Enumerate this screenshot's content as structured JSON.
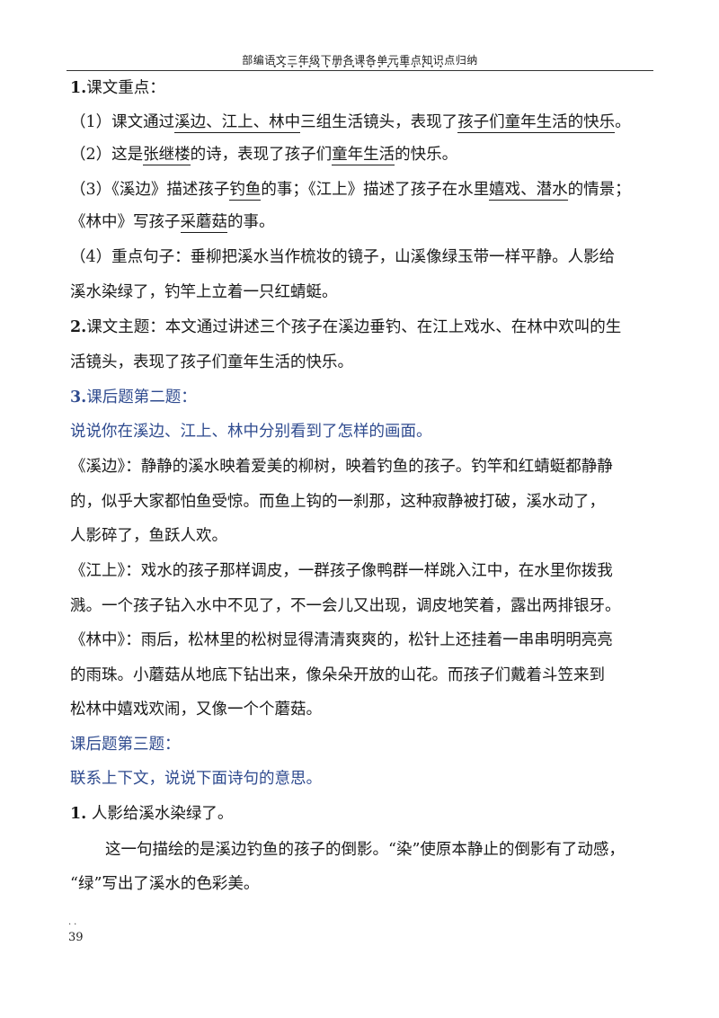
{
  "header": {
    "title": "部编语文三年级下册各课各单元重点知识点归纳",
    "dots": "••••••••••••••••••••"
  },
  "s1": {
    "heading_num": "1.",
    "heading_text": "课文重点：",
    "p1": {
      "a": "（1）课文通过",
      "b": "溪边、江上、林中",
      "c": "三组生活镜头，表现了",
      "d": "孩子们童年生活的快乐",
      "e": "。"
    },
    "p2": {
      "a": "（2）这是",
      "b": "张继楼",
      "c": "的诗，表现了孩子们",
      "d": "童年生活",
      "e": "的快乐。"
    },
    "p3": {
      "a": "（3）《溪边》描述孩子",
      "b": "钓鱼",
      "c": "的事；《江上》描述了孩子在水里",
      "d": "嬉戏、潜水",
      "e": "的情景；"
    },
    "p3b": {
      "a": "《林中》写孩子",
      "b": "采蘑菇",
      "c": "的事。"
    },
    "p4_line1": "（4）重点句子：垂柳把溪水当作梳妆的镜子，山溪像绿玉带一样平静。人影给",
    "p4_line2": "溪水染绿了，钓竿上立着一只红蜻蜓。"
  },
  "s2": {
    "heading_num": "2.",
    "line1_rest": "课文主题：本文通过讲述三个孩子在溪边垂钓、在江上戏水、在林中欢叫的生",
    "line2": "活镜头，表现了孩子们童年生活的快乐。"
  },
  "s3": {
    "heading_num": "3.",
    "heading_text": "课后题第二题：",
    "question": "说说你在溪边、江上、林中分别看到了怎样的画面。",
    "xibian": [
      "《溪边》：静静的溪水映着爱美的柳树，映着钓鱼的孩子。钓竿和红蜻蜓都静静",
      "的，似乎大家都怕鱼受惊。而鱼上钩的一刹那，这种寂静被打破，溪水动了，",
      "人影碎了，鱼跃人欢。"
    ],
    "jiangshang": [
      "《江上》：戏水的孩子那样调皮，一群孩子像鸭群一样跳入江中，在水里你拨我",
      "溅。一个孩子钻入水中不见了，不一会儿又出现，调皮地笑着，露出两排银牙。"
    ],
    "linzhong": [
      "《林中》：雨后，松林里的松树显得清清爽爽的，松针上还挂着一串串明明亮亮",
      "的雨珠。小蘑菇从地底下钻出来，像朵朵开放的山花。而孩子们戴着斗笠来到",
      "松林中嬉戏欢闹，又像一个个蘑菇。"
    ]
  },
  "s4": {
    "heading": "课后题第三题：",
    "question": "联系上下文，说说下面诗句的意思。",
    "item_num": "1.",
    "item_text": "人影给溪水染绿了。",
    "answer_line1": "这一句描绘的是溪边钓鱼的孩子的倒影。“染”使原本静止的倒影有了动感，",
    "answer_line2": "“绿”写出了溪水的色彩美。"
  },
  "footer": {
    "dots": "..",
    "page_number": "39"
  }
}
